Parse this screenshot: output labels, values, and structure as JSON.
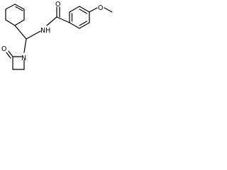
{
  "molecule": {
    "atom_labels": {
      "amide_oxygen": "O",
      "amide_nitrogen": "NH",
      "methoxy_oxygen": "O",
      "lactam_oxygen": "O",
      "lactam_nitrogen": "N"
    },
    "colors": {
      "bond": "#000000",
      "background": "#ffffff"
    }
  }
}
